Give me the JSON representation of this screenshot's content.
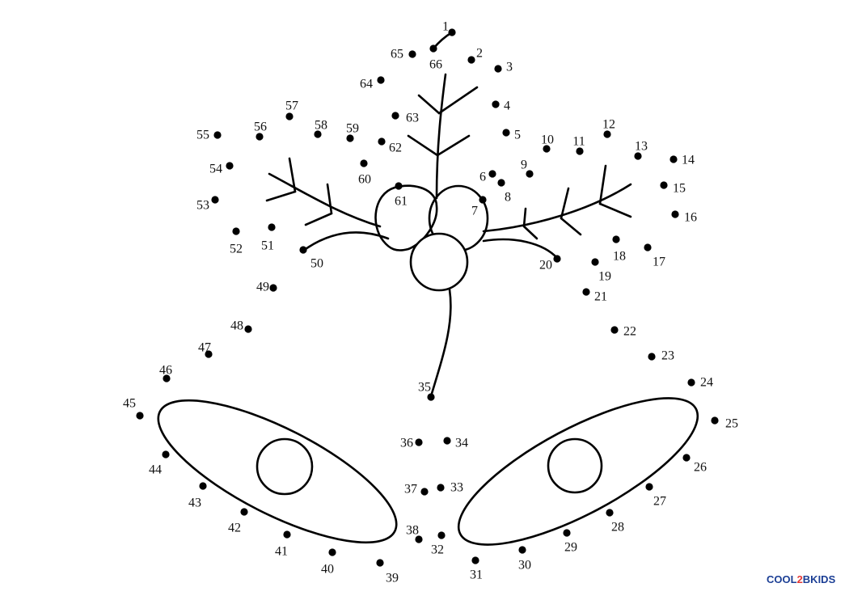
{
  "puzzle": {
    "dots": [
      {
        "n": "1"
      },
      {
        "n": "2"
      },
      {
        "n": "3"
      },
      {
        "n": "4"
      },
      {
        "n": "5"
      },
      {
        "n": "6"
      },
      {
        "n": "7"
      },
      {
        "n": "8"
      },
      {
        "n": "9"
      },
      {
        "n": "10"
      },
      {
        "n": "11"
      },
      {
        "n": "12"
      },
      {
        "n": "13"
      },
      {
        "n": "14"
      },
      {
        "n": "15"
      },
      {
        "n": "16"
      },
      {
        "n": "17"
      },
      {
        "n": "18"
      },
      {
        "n": "19"
      },
      {
        "n": "20"
      },
      {
        "n": "21"
      },
      {
        "n": "22"
      },
      {
        "n": "23"
      },
      {
        "n": "24"
      },
      {
        "n": "25"
      },
      {
        "n": "26"
      },
      {
        "n": "27"
      },
      {
        "n": "28"
      },
      {
        "n": "29"
      },
      {
        "n": "30"
      },
      {
        "n": "31"
      },
      {
        "n": "32"
      },
      {
        "n": "33"
      },
      {
        "n": "34"
      },
      {
        "n": "35"
      },
      {
        "n": "36"
      },
      {
        "n": "37"
      },
      {
        "n": "38"
      },
      {
        "n": "39"
      },
      {
        "n": "40"
      },
      {
        "n": "41"
      },
      {
        "n": "42"
      },
      {
        "n": "43"
      },
      {
        "n": "44"
      },
      {
        "n": "45"
      },
      {
        "n": "46"
      },
      {
        "n": "47"
      },
      {
        "n": "48"
      },
      {
        "n": "49"
      },
      {
        "n": "50"
      },
      {
        "n": "51"
      },
      {
        "n": "52"
      },
      {
        "n": "53"
      },
      {
        "n": "54"
      },
      {
        "n": "55"
      },
      {
        "n": "56"
      },
      {
        "n": "57"
      },
      {
        "n": "58"
      },
      {
        "n": "59"
      },
      {
        "n": "60"
      },
      {
        "n": "61"
      },
      {
        "n": "62"
      },
      {
        "n": "63"
      },
      {
        "n": "64"
      },
      {
        "n": "65"
      },
      {
        "n": "66"
      }
    ]
  },
  "logo": {
    "part1": "COOL",
    "part2": "2",
    "part3": "BKIDS",
    "colors": {
      "primary": "#1c3f95",
      "accent": "#e53935",
      "highlight": "#f4b400"
    }
  }
}
